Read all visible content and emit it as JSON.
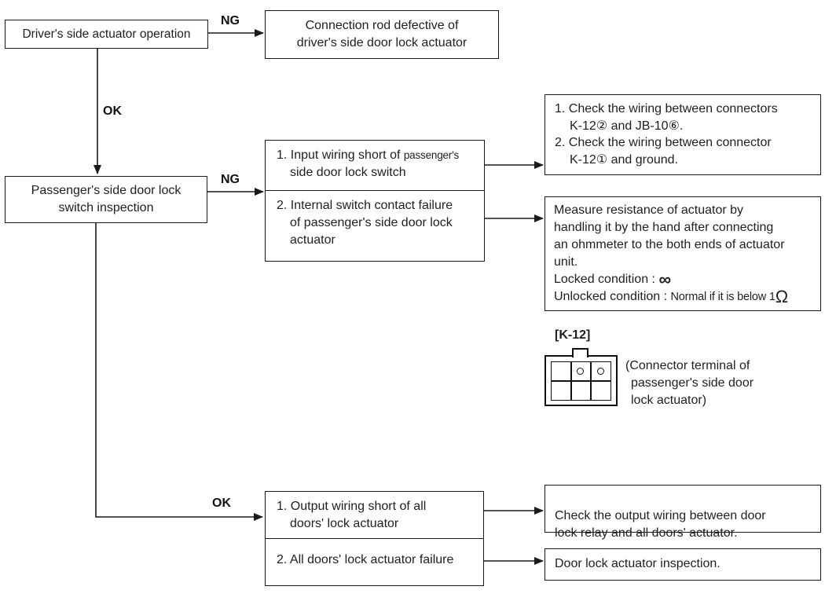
{
  "colors": {
    "background": "#ffffff",
    "line": "#1a1a1a",
    "text": "#1f1f1f"
  },
  "flowchart": {
    "step1": "Driver's side actuator operation",
    "ng_label_1": "NG",
    "result_ng1": "Connection rod defective of\ndriver's side door lock actuator",
    "ok_label_1": "OK",
    "step2": "Passenger's side door lock\nswitch inspection",
    "ng_label_2": "NG",
    "causes_ng": {
      "item1_line1_main": "1. Input wiring short of ",
      "item1_line1_small": "passenger's",
      "item1_line2": "side door lock switch",
      "item2_line1": "2. Internal switch contact failure",
      "item2_line2": "of passenger's side door lock",
      "item2_line3": "actuator"
    },
    "action_check_wiring": {
      "line1": "1. Check the wiring between connectors",
      "line2": "K-12② and JB-10⑥.",
      "line3": "2. Check the wiring between connector",
      "line4": "K-12① and ground."
    },
    "action_measure": {
      "line1": "Measure resistance of actuator by",
      "line2": "handling it by the hand after connecting",
      "line3": "an ohmmeter to the both ends of actuator",
      "line4": "unit.",
      "locked_label": "Locked condition : ",
      "locked_symbol": "∞",
      "unlocked_label": "Unlocked condition : ",
      "unlocked_text": "Normal if it is below 1",
      "unlocked_symbol": "Ω"
    },
    "connector": {
      "title": "[K-12]",
      "caption_line1": "(Connector terminal of",
      "caption_line2": "passenger's side door",
      "caption_line3": "lock actuator)"
    },
    "ok_label_2": "OK",
    "causes_ok": {
      "item1_line1": "1. Output wiring short of all",
      "item1_line2": "doors' lock actuator",
      "item2": "2. All doors' lock actuator failure"
    },
    "action_output_wiring": "Check the output wiring between door\nlock relay and all doors' actuator.",
    "action_inspection": "Door lock actuator inspection."
  }
}
